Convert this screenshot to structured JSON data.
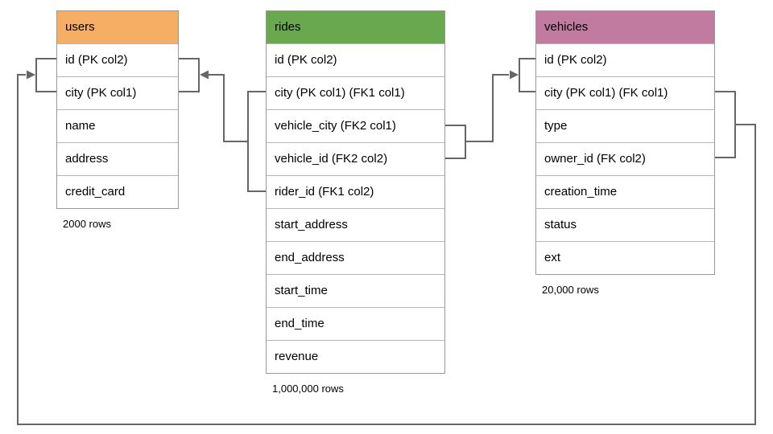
{
  "diagram": {
    "tables": [
      {
        "name": "users",
        "header_color": "#F6AD64",
        "rows": [
          "id (PK col2)",
          "city (PK col1)",
          "name",
          "address",
          "credit_card"
        ],
        "row_count": "2000 rows"
      },
      {
        "name": "rides",
        "header_color": "#6AA84F",
        "rows": [
          "id (PK col2)",
          "city (PK col1) (FK1 col1)",
          "vehicle_city (FK2 col1)",
          "vehicle_id (FK2 col2)",
          "rider_id (FK1 col2)",
          "start_address",
          "end_address",
          "start_time",
          "end_time",
          "revenue"
        ],
        "row_count": "1,000,000 rows"
      },
      {
        "name": "vehicles",
        "header_color": "#C27BA0",
        "rows": [
          "id (PK col2)",
          "city (PK col1) (FK col1)",
          "type",
          "owner_id (FK col2)",
          "creation_time",
          "status",
          "ext"
        ],
        "row_count": "20,000 rows"
      }
    ],
    "relationships": [
      {
        "name": "FK1",
        "from": "rides (city, rider_id)",
        "to": "users (city, id)"
      },
      {
        "name": "FK2",
        "from": "rides (vehicle_city, vehicle_id)",
        "to": "vehicles (city, id)"
      },
      {
        "name": "FK",
        "from": "vehicles (city, owner_id)",
        "to": "users (city, id)"
      }
    ],
    "line_color": "#666666"
  }
}
